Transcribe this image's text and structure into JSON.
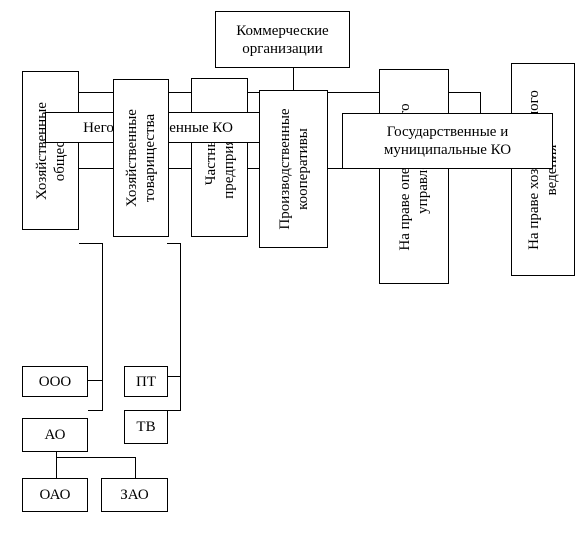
{
  "diagram": {
    "root": "Коммерческие\nорганизации",
    "columns": {
      "economic_societies": "Хозяйственные\nобщества",
      "economic_partnerships": "Хозяйственные\nтоварищества",
      "private_enterprises": "Частные\nпредприятия",
      "cooperatives": "Производственные\nкооперативы",
      "operational_management": "На праве оперативного\nуправления",
      "economic_management": "На праве хозяйственного\nведения"
    },
    "overlays": {
      "non_state": "Негосударственные КО",
      "state_municipal": "Государственные и\nмуниципальные КО"
    },
    "leaves": {
      "ooo": "ООО",
      "ao": "АО",
      "oao": "ОАО",
      "zao": "ЗАО",
      "pt": "ПТ",
      "tv": "ТВ"
    }
  }
}
